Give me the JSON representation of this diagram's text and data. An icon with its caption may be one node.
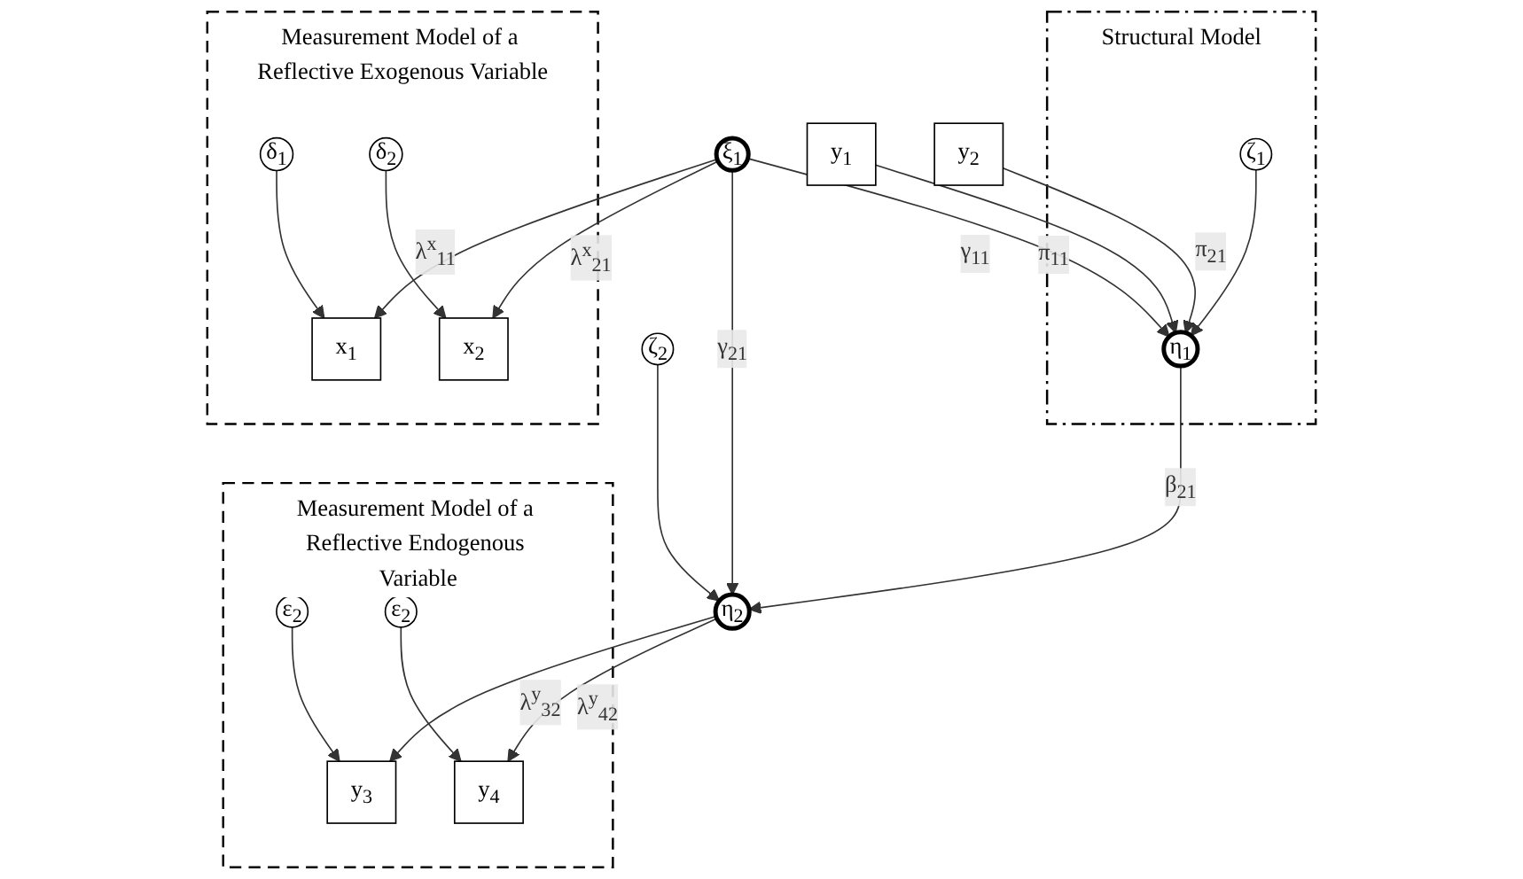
{
  "diagram": {
    "nodes": [
      {
        "text": [
          "Structural Model"
        ]
      },
      {
        "text": [
          "Measurement Model of a Reflective Exogenous Variable"
        ]
      },
      {
        "text": [
          "δ$_{1}$"
        ],
        "in": 1
      },
      {
        "text": [
          "x$_{1}$"
        ],
        "in": 1
      },
      {
        "text": [
          "ξ$_{1}$"
        ]
      },
      {
        "text": [
          "ζ$_{2}$"
        ]
      },
      {
        "text": [
          "δ$_{2}$"
        ],
        "in": 1
      },
      {
        "text": [
          "x$_{2}$"
        ],
        "in": 1
      },
      {
        "text": [
          "Measurement Model of a Reflective Endogenous Variable"
        ]
      },
      {
        "text": [
          "y$_{3}$"
        ],
        "in": 8
      },
      {
        "text": [
          "ε$_{2}$"
        ],
        "in": 8
      },
      {
        "text": [
          "y$_{1}$"
        ]
      },
      {
        "text": [
          "η$_{1}$"
        ],
        "in": 0
      },
      {
        "text": [
          "η$_{2}$"
        ]
      },
      {
        "text": [
          "y$_{4}$"
        ],
        "in": 8
      },
      {
        "text": [
          "ε$_{2}$"
        ],
        "in": 8
      },
      {
        "text": [
          "y$_{2}$"
        ]
      },
      {
        "text": [
          "ζ$_{1}$"
        ],
        "in": 0
      }
    ],
    "edges": [
      {
        "from": 2,
        "to": 3,
        "arrow": "to"
      },
      {
        "from": 6,
        "to": 7,
        "arrow": "to"
      },
      {
        "from": 4,
        "to": 3,
        "arrow": "to",
        "label": "λ$^{x}$$_{11}$"
      },
      {
        "from": 4,
        "to": 7,
        "arrow": "to",
        "label": "λ$^{x}$$_{21}$"
      },
      {
        "from": 4,
        "to": 12,
        "arrow": "to",
        "label": "γ$_{11}$"
      },
      {
        "from": 4,
        "to": 13,
        "arrow": "to",
        "label": "γ$_{21}$"
      },
      {
        "from": 5,
        "to": 13,
        "arrow": "to"
      },
      {
        "from": 11,
        "to": 12,
        "arrow": "to",
        "label": "π$_{11}$"
      },
      {
        "from": 16,
        "to": 12,
        "arrow": "to",
        "label": "π$_{21}$"
      },
      {
        "from": 17,
        "to": 12,
        "arrow": "to"
      },
      {
        "from": 12,
        "to": 13,
        "arrow": "to",
        "label": "β$_{21}$"
      },
      {
        "from": 13,
        "to": 9,
        "arrow": "to",
        "label": "λ$^{y}$$_{32}$"
      },
      {
        "from": 13,
        "to": 14,
        "arrow": "to",
        "label": "λ$^{y}$$_{42}$"
      },
      {
        "from": 10,
        "to": 9,
        "arrow": "to"
      },
      {
        "from": 15,
        "to": 14,
        "arrow": "to"
      }
    ]
  }
}
